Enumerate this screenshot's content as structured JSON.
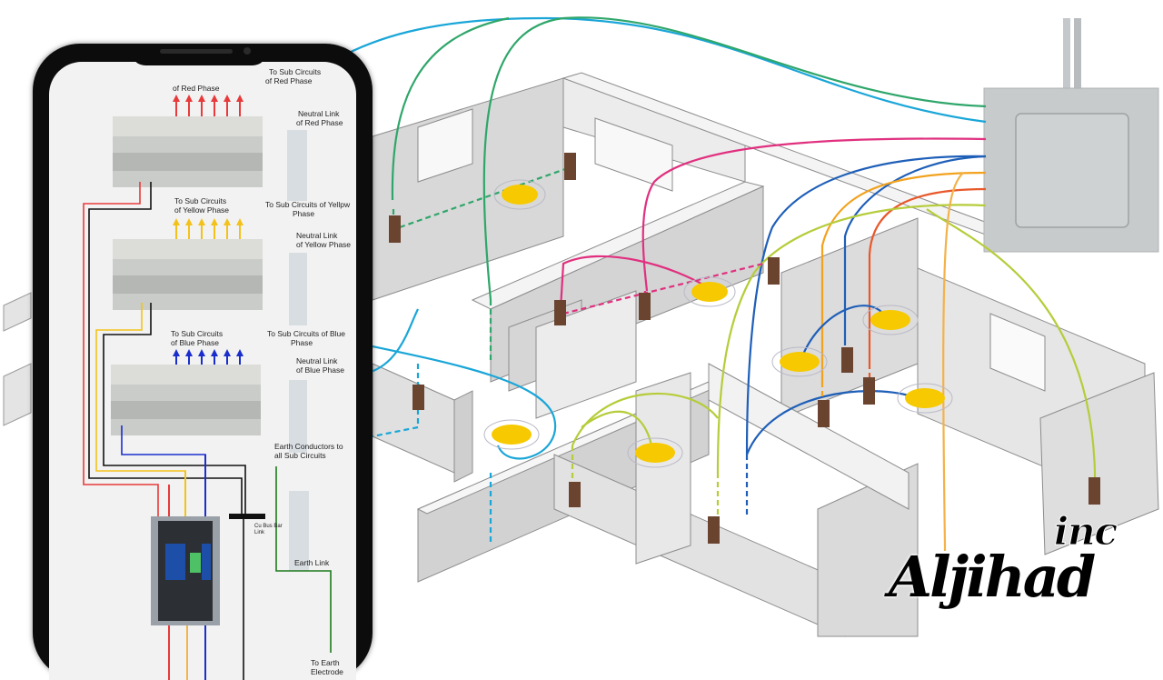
{
  "scene": {
    "title": "House electrical wiring layout with three-phase distribution board",
    "wire_colors": {
      "cyan": "#1aa6d8",
      "green": "#2fa66a",
      "pink": "#e0307f",
      "blue": "#1f5fb8",
      "orange": "#f2a21e",
      "red_orange": "#e8582a",
      "yellow_green": "#b6cc3a",
      "light_orange": "#f3b24a"
    },
    "light_color": "#f7c900",
    "socket_color": "#6b4430",
    "junction_box_color": "#c8cbcc"
  },
  "phone": {
    "labels": {
      "red_sub_circuits_left": "of Red Phase",
      "red_sub_circuits_right_1": "To Sub Circuits",
      "red_sub_circuits_right_2": "of Red Phase",
      "neutral_red_1": "Neutral Link",
      "neutral_red_2": "of Red Phase",
      "yellow_sub_left_1": "To Sub Circuits",
      "yellow_sub_left_2": "of Yellow Phase",
      "yellow_sub_right_1": "To Sub Circuits of Yellpw",
      "yellow_sub_right_2": "Phase",
      "neutral_yellow_1": "Neutral Link",
      "neutral_yellow_2": "of Yellow Phase",
      "blue_sub_left_1": "To Sub Circuits",
      "blue_sub_left_2": "of Blue Phase",
      "blue_sub_right_1": "To Sub Circuits of Blue",
      "blue_sub_right_2": "Phase",
      "neutral_blue_1": "Neutral Link",
      "neutral_blue_2": "of Blue Phase",
      "earth_conductors_1": "Earth Conductors to",
      "earth_conductors_2": "all Sub Circuits",
      "bus_bar_1": "Cu Bus Bar",
      "bus_bar_2": "Link",
      "earth_link": "Earth Link",
      "earth_electrode_1": "To Earth",
      "earth_electrode_2": "Electrode"
    },
    "phase_colors": {
      "red": "#e83a3a",
      "yellow": "#f3c21a",
      "blue": "#1a2ecc",
      "neutral": "#111111",
      "earth": "#1d7a1d"
    }
  },
  "brand": {
    "top": "inc",
    "name": "Aljihad"
  }
}
